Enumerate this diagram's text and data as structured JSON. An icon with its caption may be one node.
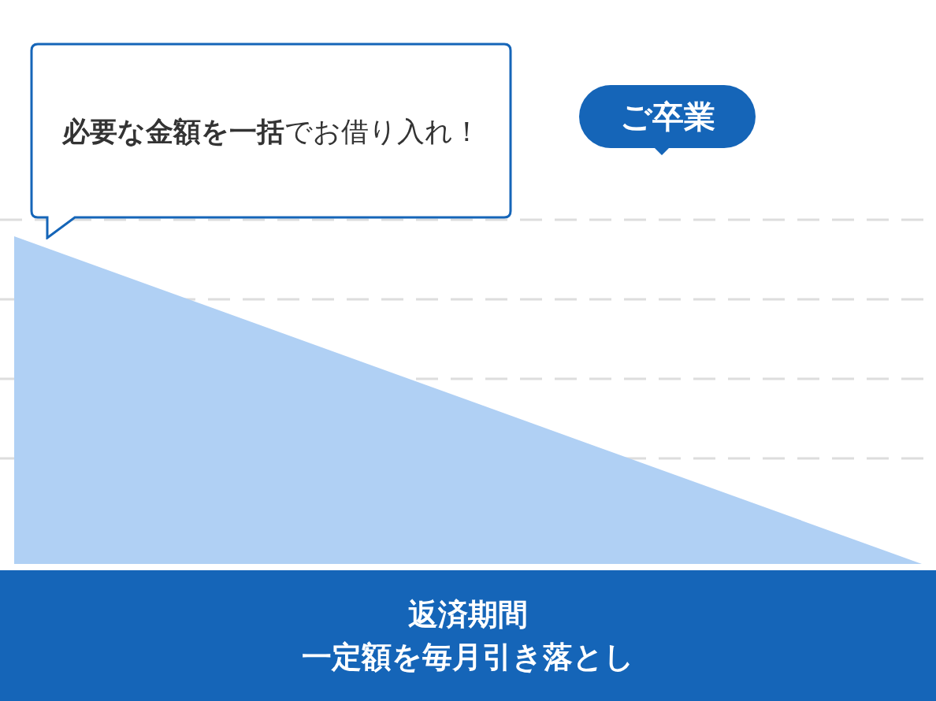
{
  "diagram": {
    "nodes": [
      {
        "text": [
          "**必要な金額を一括**でお借り入れ！"
        ]
      },
      {
        "text": [
          "ご卒業"
        ]
      },
      {
        "text": [
          "返済期間",
          "一定額を毎月引き落とし"
        ]
      }
    ]
  }
}
